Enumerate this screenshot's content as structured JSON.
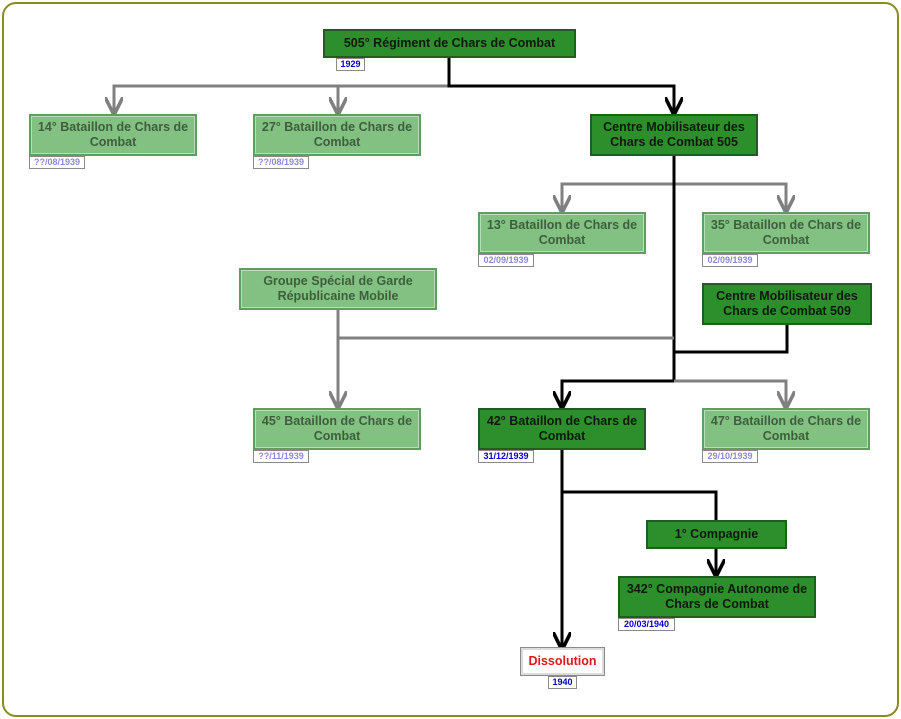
{
  "nodes": {
    "r505": "505° Régiment de Chars de Combat",
    "b14": "14° Bataillon de Chars de Combat",
    "b27": "27° Bataillon de Chars de Combat",
    "cm505": "Centre Mobilisateur des Chars de Combat 505",
    "b13": "13° Bataillon de Chars de Combat",
    "b35": "35° Bataillon de Chars de Combat",
    "gsgrm": "Groupe Spécial de Garde Républicaine Mobile",
    "cm509": "Centre Mobilisateur des Chars de Combat 509",
    "b45": "45° Bataillon de Chars de Combat",
    "b42": "42° Bataillon de Chars de Combat",
    "b47": "47° Bataillon de Chars de Combat",
    "c1": "1° Compagnie",
    "c342": "342° Compagnie Autonome de Chars de Combat",
    "dissolution": "Dissolution"
  },
  "dates": {
    "r505": "1929",
    "b14": "??/08/1939",
    "b27": "??/08/1939",
    "b13": "02/09/1939",
    "b35": "02/09/1939",
    "b45": "??/11/1939",
    "b42": "31/12/1939",
    "b47": "29/10/1939",
    "c342": "20/03/1940",
    "dissolution": "1940"
  },
  "colors": {
    "node_dark": "#2c8f2c",
    "node_light": "#82c182",
    "line_main": "#000000",
    "line_secondary": "#808080",
    "dissolution_text": "#e01818",
    "frame_border": "#8a8a1e"
  }
}
